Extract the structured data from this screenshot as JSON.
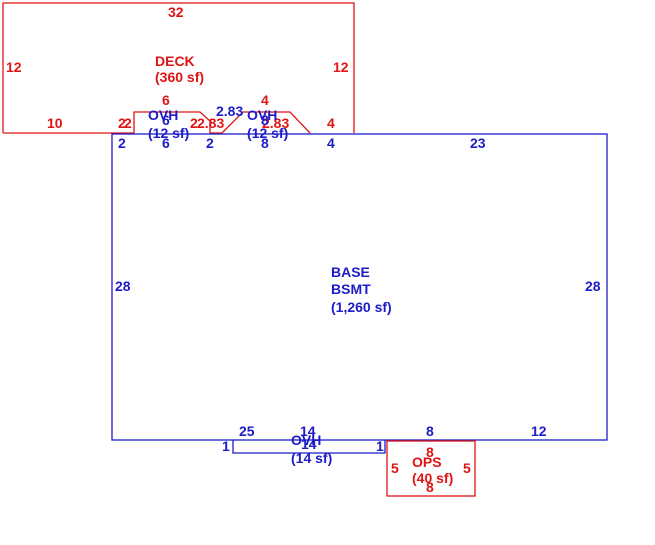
{
  "colors": {
    "base": "#1c1cc8",
    "addon": "#e01414"
  },
  "deck": {
    "name": "DECK",
    "area": "(360 sf)",
    "dims": {
      "top": "32",
      "left": "12",
      "right": "12",
      "bottom_left": "10",
      "a": "2",
      "b": "2",
      "c": "6",
      "d": "2",
      "e": "2.83",
      "f": "4",
      "g": "2.83",
      "h": "4"
    }
  },
  "base": {
    "name1": "BASE",
    "name2": "BSMT",
    "area": "(1,260 sf)",
    "dims": {
      "top_left": "2",
      "top_6": "6",
      "top_2": "2",
      "top_8": "8",
      "top_4": "4",
      "top_right": "23",
      "left": "28",
      "right": "28",
      "bottom_25": "25",
      "bottom_14": "14",
      "bottom_8": "8",
      "bottom_12": "12",
      "bottom_1a": "1",
      "bottom_1b": "1"
    }
  },
  "ovh1": {
    "name": "OVH",
    "area": "(12 sf)",
    "dim6": "6",
    "dim2": "2"
  },
  "ovh2": {
    "name": "OVH",
    "area": "(12 sf)",
    "dim4": "4",
    "dim8": "8",
    "dim283": "2.83"
  },
  "ovh3": {
    "name": "OVH",
    "area": "(14 sf)",
    "dim14": "14"
  },
  "ops": {
    "name": "OPS",
    "area": "(40 sf)",
    "top": "8",
    "bottom": "8",
    "left": "5",
    "right": "5"
  }
}
